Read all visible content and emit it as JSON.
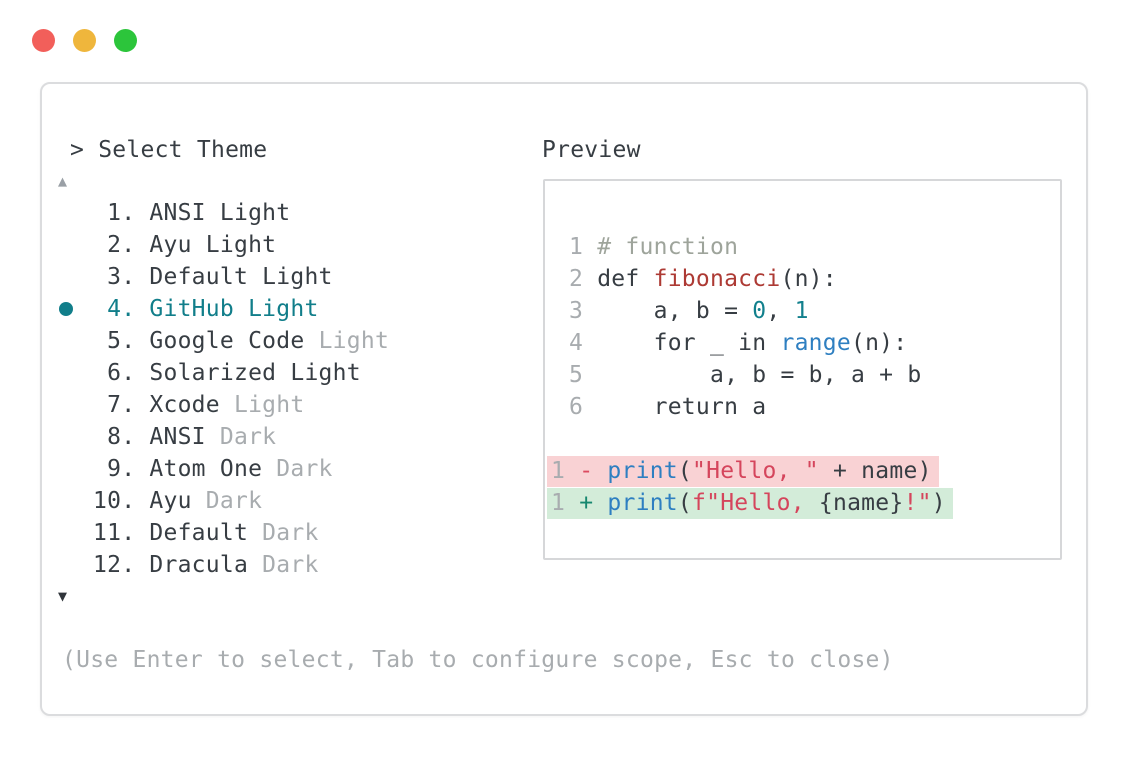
{
  "window": {
    "traffic_lights": [
      {
        "name": "close",
        "color": "#f25f5a"
      },
      {
        "name": "minimize",
        "color": "#efb63c"
      },
      {
        "name": "zoom",
        "color": "#2cc53b"
      }
    ]
  },
  "colors": {
    "fg": "#373d43",
    "muted": "#a8acaf",
    "comment": "#9ea49b",
    "accent": "#117e8a",
    "func": "#ad3a34",
    "str": "#d5455c",
    "blue": "#2e7fc1",
    "num": "#12808d",
    "plus": "#16876f",
    "minus": "#dc4a5f",
    "removed_bg": "#f9d2d4",
    "added_bg": "#d3ecd9",
    "scroll_up": "#9aa0a6",
    "scroll_down": "#30353b"
  },
  "picker": {
    "prompt": "> Select Theme",
    "scroll_up_indicator": "▲",
    "scroll_down_indicator": "▼",
    "items": [
      {
        "num": " 1.",
        "name": "ANSI Light",
        "variant": "",
        "selected": false
      },
      {
        "num": " 2.",
        "name": "Ayu Light",
        "variant": "",
        "selected": false
      },
      {
        "num": " 3.",
        "name": "Default Light",
        "variant": "",
        "selected": false
      },
      {
        "num": " 4.",
        "name": "GitHub Light",
        "variant": "",
        "selected": true
      },
      {
        "num": " 5.",
        "name": "Google Code",
        "variant": "Light",
        "selected": false
      },
      {
        "num": " 6.",
        "name": "Solarized Light",
        "variant": "",
        "selected": false
      },
      {
        "num": " 7.",
        "name": "Xcode",
        "variant": "Light",
        "selected": false
      },
      {
        "num": " 8.",
        "name": "ANSI",
        "variant": "Dark",
        "selected": false
      },
      {
        "num": " 9.",
        "name": "Atom One",
        "variant": "Dark",
        "selected": false
      },
      {
        "num": "10.",
        "name": "Ayu",
        "variant": "Dark",
        "selected": false
      },
      {
        "num": "11.",
        "name": "Default",
        "variant": "Dark",
        "selected": false
      },
      {
        "num": "12.",
        "name": "Dracula",
        "variant": "Dark",
        "selected": false
      }
    ],
    "hint": "(Use Enter to select, Tab to configure scope, Esc to close)"
  },
  "preview": {
    "title": "Preview",
    "code_lines": [
      {
        "num": "1",
        "tokens": [
          [
            "# function",
            "comment"
          ]
        ]
      },
      {
        "num": "2",
        "tokens": [
          [
            "def ",
            "fg"
          ],
          [
            "fibonacci",
            "func"
          ],
          [
            "(n):",
            "fg"
          ]
        ]
      },
      {
        "num": "3",
        "tokens": [
          [
            "    a, b = ",
            "fg"
          ],
          [
            "0",
            "num"
          ],
          [
            ", ",
            "fg"
          ],
          [
            "1",
            "num"
          ]
        ]
      },
      {
        "num": "4",
        "tokens": [
          [
            "    for _ in ",
            "fg"
          ],
          [
            "range",
            "blue"
          ],
          [
            "(n):",
            "fg"
          ]
        ]
      },
      {
        "num": "5",
        "tokens": [
          [
            "        a, b = b, a + b",
            "fg"
          ]
        ]
      },
      {
        "num": "6",
        "tokens": [
          [
            "    return a",
            "fg"
          ]
        ]
      }
    ],
    "diff_lines": [
      {
        "num": "1",
        "sign": "-",
        "kind": "removed",
        "tokens": [
          [
            "print",
            "blue"
          ],
          [
            "(",
            "fg"
          ],
          [
            "\"Hello, \"",
            "str"
          ],
          [
            " + name)",
            "fg"
          ]
        ]
      },
      {
        "num": "1",
        "sign": "+",
        "kind": "added",
        "tokens": [
          [
            "print",
            "blue"
          ],
          [
            "(",
            "fg"
          ],
          [
            "f\"Hello, ",
            "str"
          ],
          [
            "{name}",
            "fg"
          ],
          [
            "!\"",
            "str"
          ],
          [
            ")",
            "fg"
          ]
        ]
      }
    ]
  }
}
